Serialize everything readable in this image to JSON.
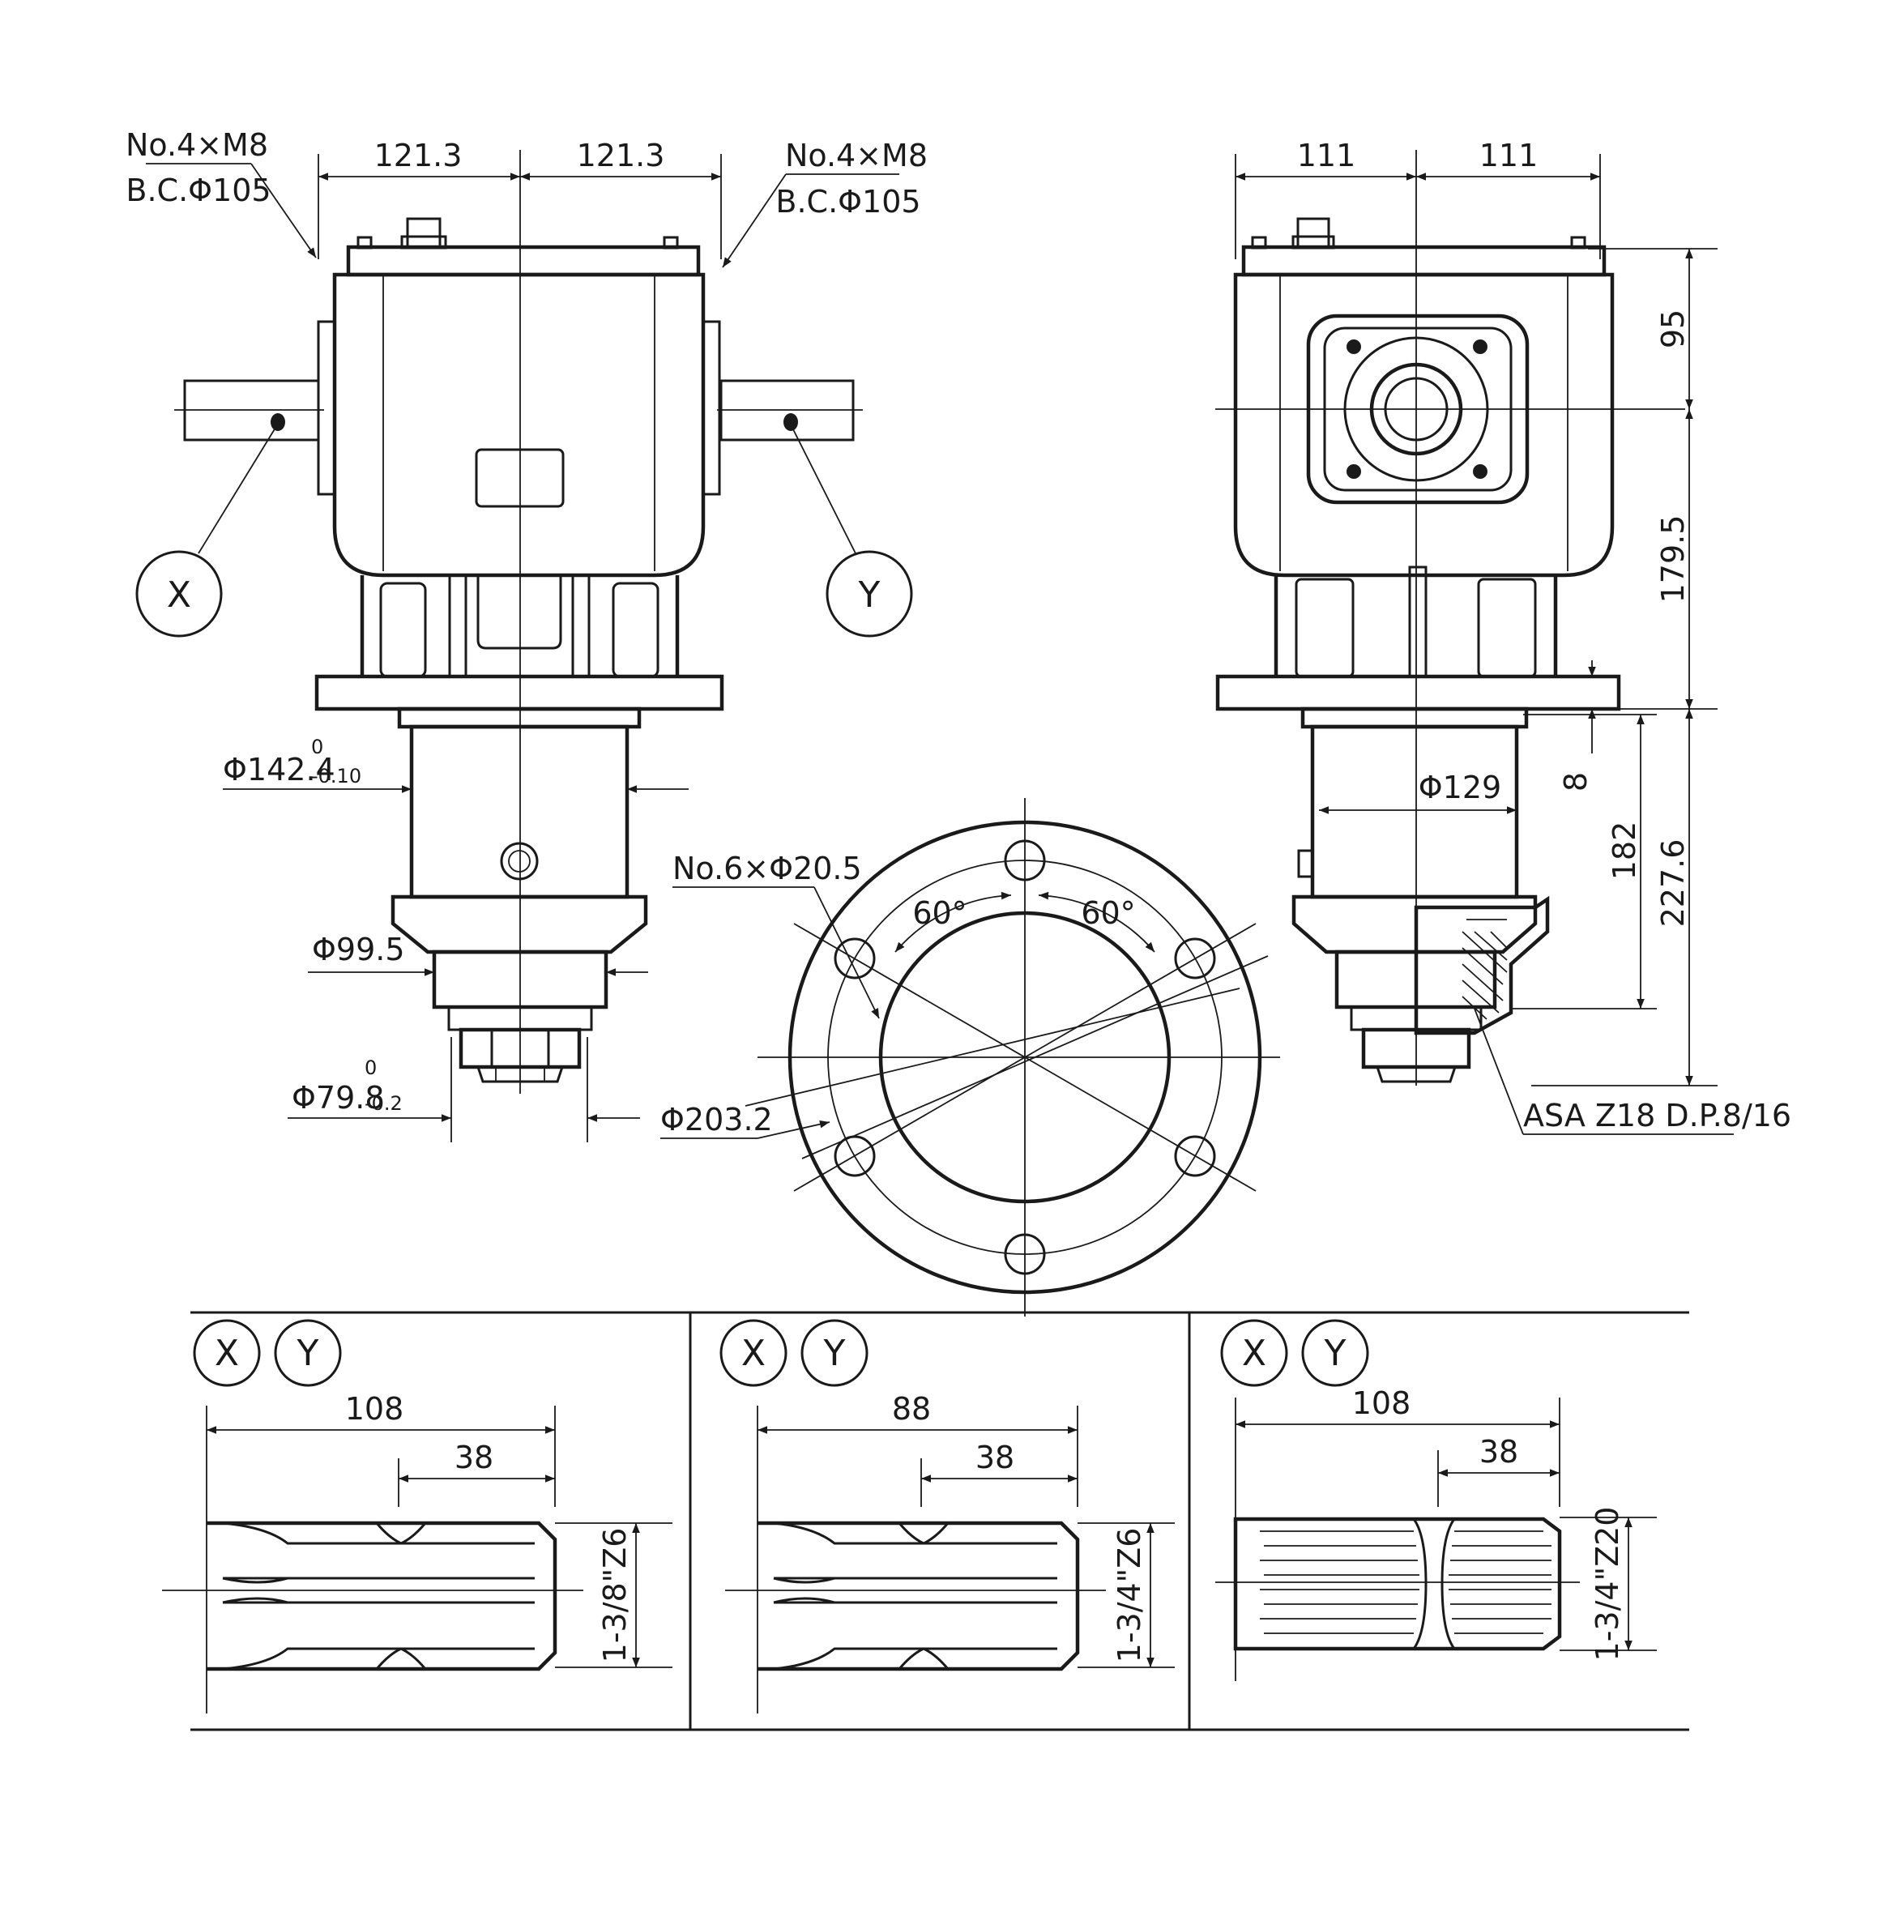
{
  "front_view": {
    "left_bolt_note": [
      "No.4×M8",
      "B.C.Φ105"
    ],
    "right_bolt_note": [
      "No.4×M8",
      "B.C.Φ105"
    ],
    "half_width_left": "121.3",
    "half_width_right": "121.3",
    "pilot_dia": "Φ142.4",
    "pilot_tol_upper": "0",
    "pilot_tol_lower": "-0.10",
    "step_dia": "Φ99.5",
    "hub_dia": "Φ79.8",
    "hub_tol_upper": "0",
    "hub_tol_lower": "-0.2",
    "shaft_label_left": "X",
    "shaft_label_right": "Y"
  },
  "side_view": {
    "half_width_left": "111",
    "half_width_right": "111",
    "height_top": "95",
    "height_body": "179.5",
    "flange_thickness": "8",
    "output_length": "182",
    "total_length": "227.6",
    "pilot_dia": "Φ129",
    "gear_note": "ASA Z18 D.P.8/16"
  },
  "flange_view": {
    "holes_note": "No.6×Φ20.5",
    "angle_left": "60°",
    "angle_right": "60°",
    "bolt_circle_dia": "Φ203.2"
  },
  "shaft_options": [
    {
      "x_label": "X",
      "y_label": "Y",
      "overall": "108",
      "spline_len": "38",
      "size": "1-3/8\"Z6"
    },
    {
      "x_label": "X",
      "y_label": "Y",
      "overall": "88",
      "spline_len": "38",
      "size": "1-3/4\"Z6"
    },
    {
      "x_label": "X",
      "y_label": "Y",
      "overall": "108",
      "spline_len": "38",
      "size": "1-3/4\"Z20"
    }
  ]
}
